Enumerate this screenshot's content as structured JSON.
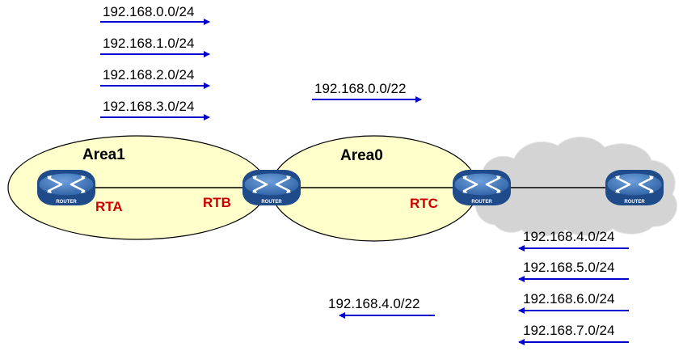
{
  "colors": {
    "area_fill": "#ffffcc",
    "cloud_fill": "#d4d4d4",
    "arrow": "#0000cc",
    "router_label": "#cc0000",
    "router_body": "#3f78c0"
  },
  "areas": [
    {
      "id": "area1",
      "label": "Area1"
    },
    {
      "id": "area0",
      "label": "Area0"
    }
  ],
  "routers": [
    {
      "id": "rta",
      "name": "RTA",
      "sublabel": "ROUTER"
    },
    {
      "id": "rtb",
      "name": "RTB",
      "sublabel": "ROUTER"
    },
    {
      "id": "rtc",
      "name": "RTC",
      "sublabel": "ROUTER"
    },
    {
      "id": "ext",
      "name": "",
      "sublabel": "ROUTER"
    }
  ],
  "routes_area1": [
    {
      "label": "192.168.0.0/24",
      "direction": "right"
    },
    {
      "label": "192.168.1.0/24",
      "direction": "right"
    },
    {
      "label": "192.168.2.0/24",
      "direction": "right"
    },
    {
      "label": "192.168.3.0/24",
      "direction": "right"
    }
  ],
  "summary_area1": {
    "label": "192.168.0.0/22",
    "direction": "right"
  },
  "routes_external": [
    {
      "label": "192.168.4.0/24",
      "direction": "left"
    },
    {
      "label": "192.168.5.0/24",
      "direction": "left"
    },
    {
      "label": "192.168.6.0/24",
      "direction": "left"
    },
    {
      "label": "192.168.7.0/24",
      "direction": "left"
    }
  ],
  "summary_external": {
    "label": "192.168.4.0/22",
    "direction": "left"
  }
}
